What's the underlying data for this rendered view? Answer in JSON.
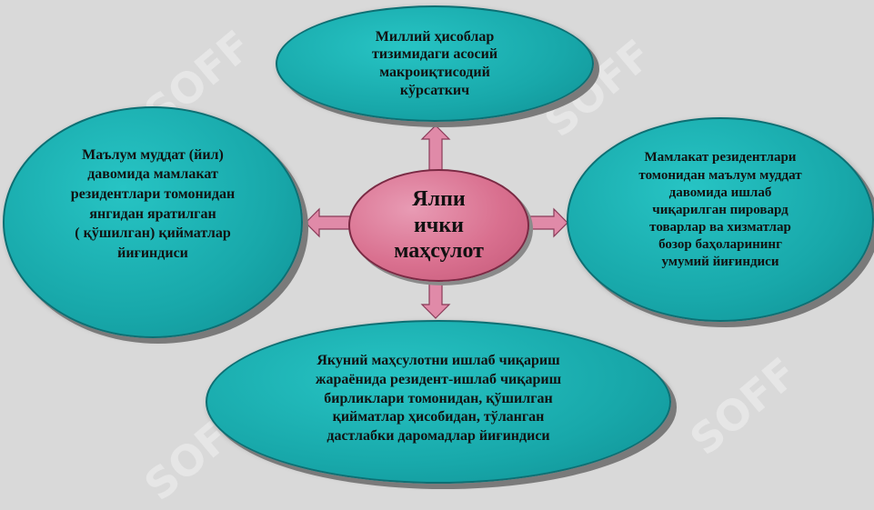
{
  "diagram": {
    "center": {
      "text": "Ялпи\nички\nмаҳсулот"
    },
    "top": {
      "text": "Миллий ҳисоблар\nтизимидаги асосий\nмакроиқтисодий\nкўрсаткич"
    },
    "left": {
      "text": "Маълум муддат (йил)\nдавомида мамлакат\nрезидентлари томонидан\nянгидан яратилган\n( қўшилган) қийматлар\nйиғиндиси"
    },
    "right": {
      "text": "Мамлакат резидентлари\nтомонидан маълум муддат\nдавомида ишлаб\nчиқарилган пировард\nтоварлар ва хизматлар\nбозор баҳоларининг\nумумий йиғиндиси"
    },
    "bottom": {
      "text": "Якуний маҳсулотни ишлаб чиқариш\nжараёнида резидент-ишлаб чиқариш\nбирликлари томонидан, қўшилган\nқийматлар ҳисобидан, тўланган\nдастлабки даромадлар йиғиндиси"
    }
  },
  "watermark": {
    "text": "SOFF"
  },
  "colors": {
    "background": "#d9d9d9",
    "ellipse_fill": "#18a8aa",
    "center_fill": "#d9708f",
    "arrow_fill": "#e08aa8"
  }
}
